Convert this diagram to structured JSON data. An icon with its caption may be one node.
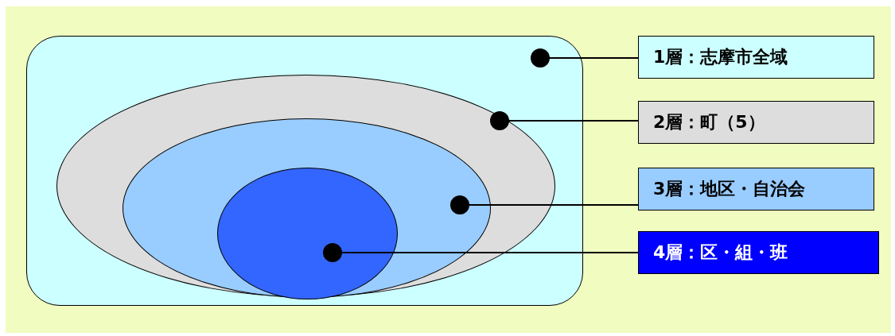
{
  "diagram": {
    "nodes": [
      {
        "text": [],
        "shape": "box"
      },
      {
        "text": [],
        "shape": "ellipse",
        "in": 0
      },
      {
        "text": [],
        "shape": "ellipse",
        "in": 1
      },
      {
        "text": [],
        "shape": "ellipse",
        "in": 2
      },
      {
        "text": [
          "1層：志摩市全域"
        ]
      },
      {
        "text": [
          "2層：町（5）"
        ]
      },
      {
        "text": [
          "3層：地区・自治会"
        ]
      },
      {
        "text": [
          "4層：区・組・班"
        ]
      }
    ],
    "edges": [
      {
        "from": 4,
        "to": 0,
        "arrow": "other"
      },
      {
        "from": 5,
        "to": 1,
        "arrow": "other"
      },
      {
        "from": 6,
        "to": 2,
        "arrow": "other"
      },
      {
        "from": 7,
        "to": 3,
        "arrow": "other"
      }
    ]
  }
}
